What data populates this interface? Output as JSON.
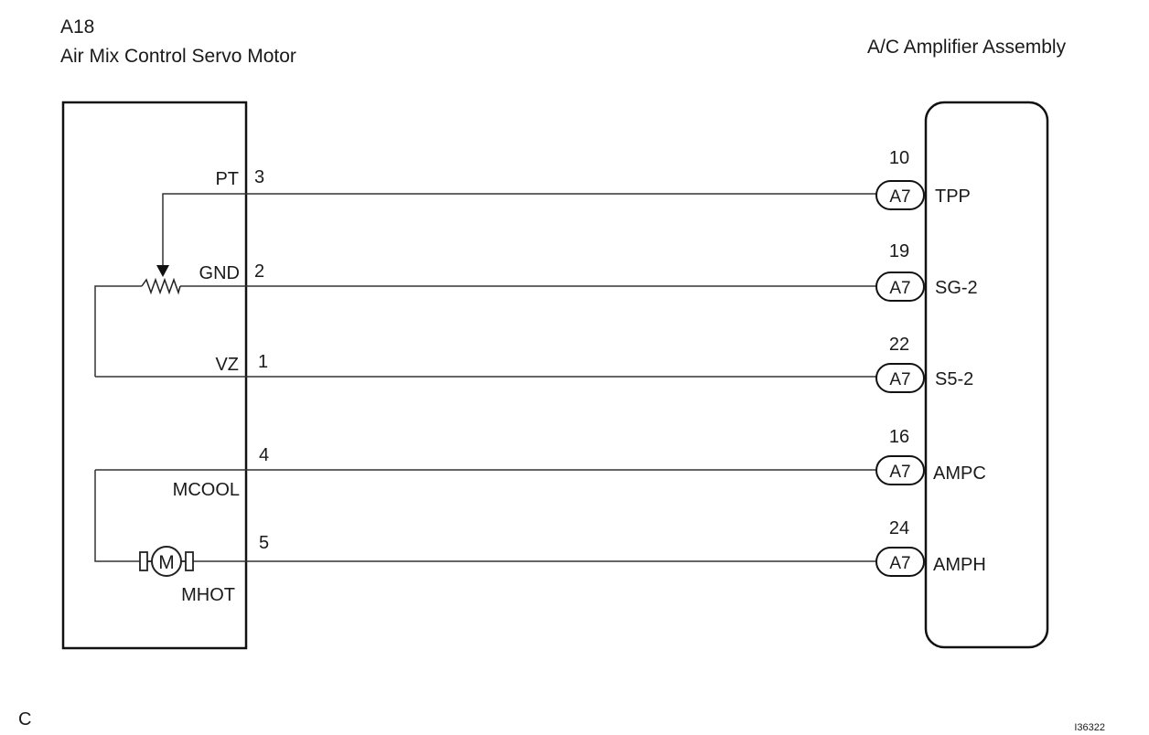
{
  "left_component": {
    "code": "A18",
    "name": "Air Mix Control Servo Motor",
    "terminals": [
      {
        "signal": "PT",
        "pin": "3"
      },
      {
        "signal": "GND",
        "pin": "2"
      },
      {
        "signal": "VZ",
        "pin": "1"
      },
      {
        "signal": "MCOOL",
        "pin": "4"
      },
      {
        "signal": "MHOT",
        "pin": "5"
      }
    ],
    "motor_symbol": "M"
  },
  "right_component": {
    "name": "A/C Amplifier Assembly",
    "terminals": [
      {
        "pin": "10",
        "connector": "A7",
        "signal": "TPP"
      },
      {
        "pin": "19",
        "connector": "A7",
        "signal": "SG-2"
      },
      {
        "pin": "22",
        "connector": "A7",
        "signal": "S5-2"
      },
      {
        "pin": "16",
        "connector": "A7",
        "signal": "AMPC"
      },
      {
        "pin": "24",
        "connector": "A7",
        "signal": "AMPH"
      }
    ]
  },
  "footer": {
    "corner_letter": "C",
    "figure_id": "I36322"
  }
}
